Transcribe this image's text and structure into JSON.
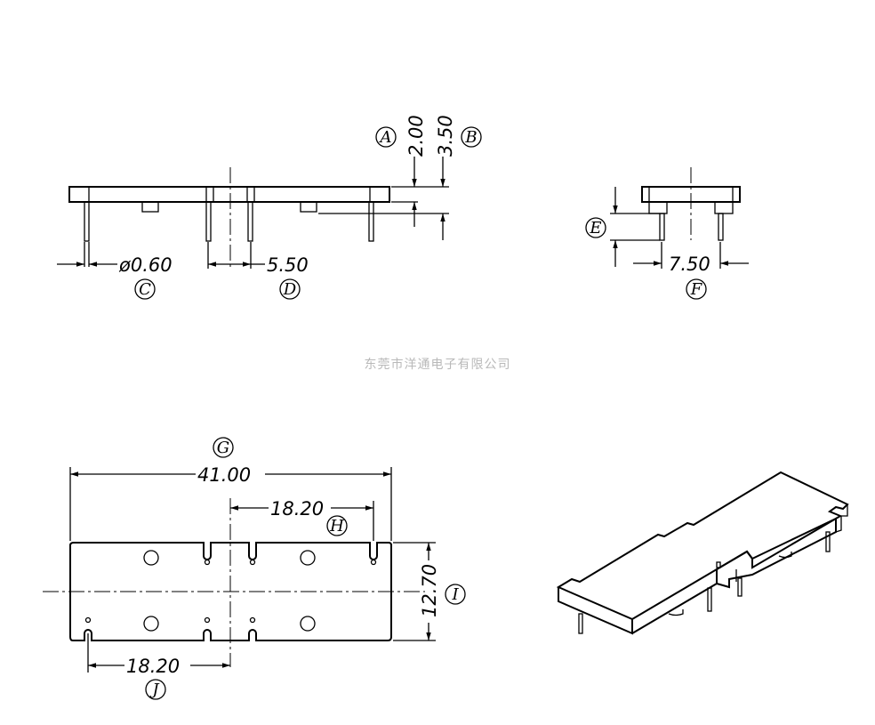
{
  "watermark": "东莞市洋通电子有限公司",
  "dimensions": {
    "A": {
      "letter": "A",
      "value": "2.00"
    },
    "B": {
      "letter": "B",
      "value": "3.50"
    },
    "C": {
      "letter": "C",
      "value": "ø0.60"
    },
    "D": {
      "letter": "D",
      "value": "5.50"
    },
    "E": {
      "letter": "E"
    },
    "F": {
      "letter": "F",
      "value": "7.50"
    },
    "G": {
      "letter": "G",
      "value": "41.00"
    },
    "H": {
      "letter": "H",
      "value": "18.20"
    },
    "I": {
      "letter": "I",
      "value": "12.70"
    },
    "J": {
      "letter": "J",
      "value": "18.20"
    }
  }
}
